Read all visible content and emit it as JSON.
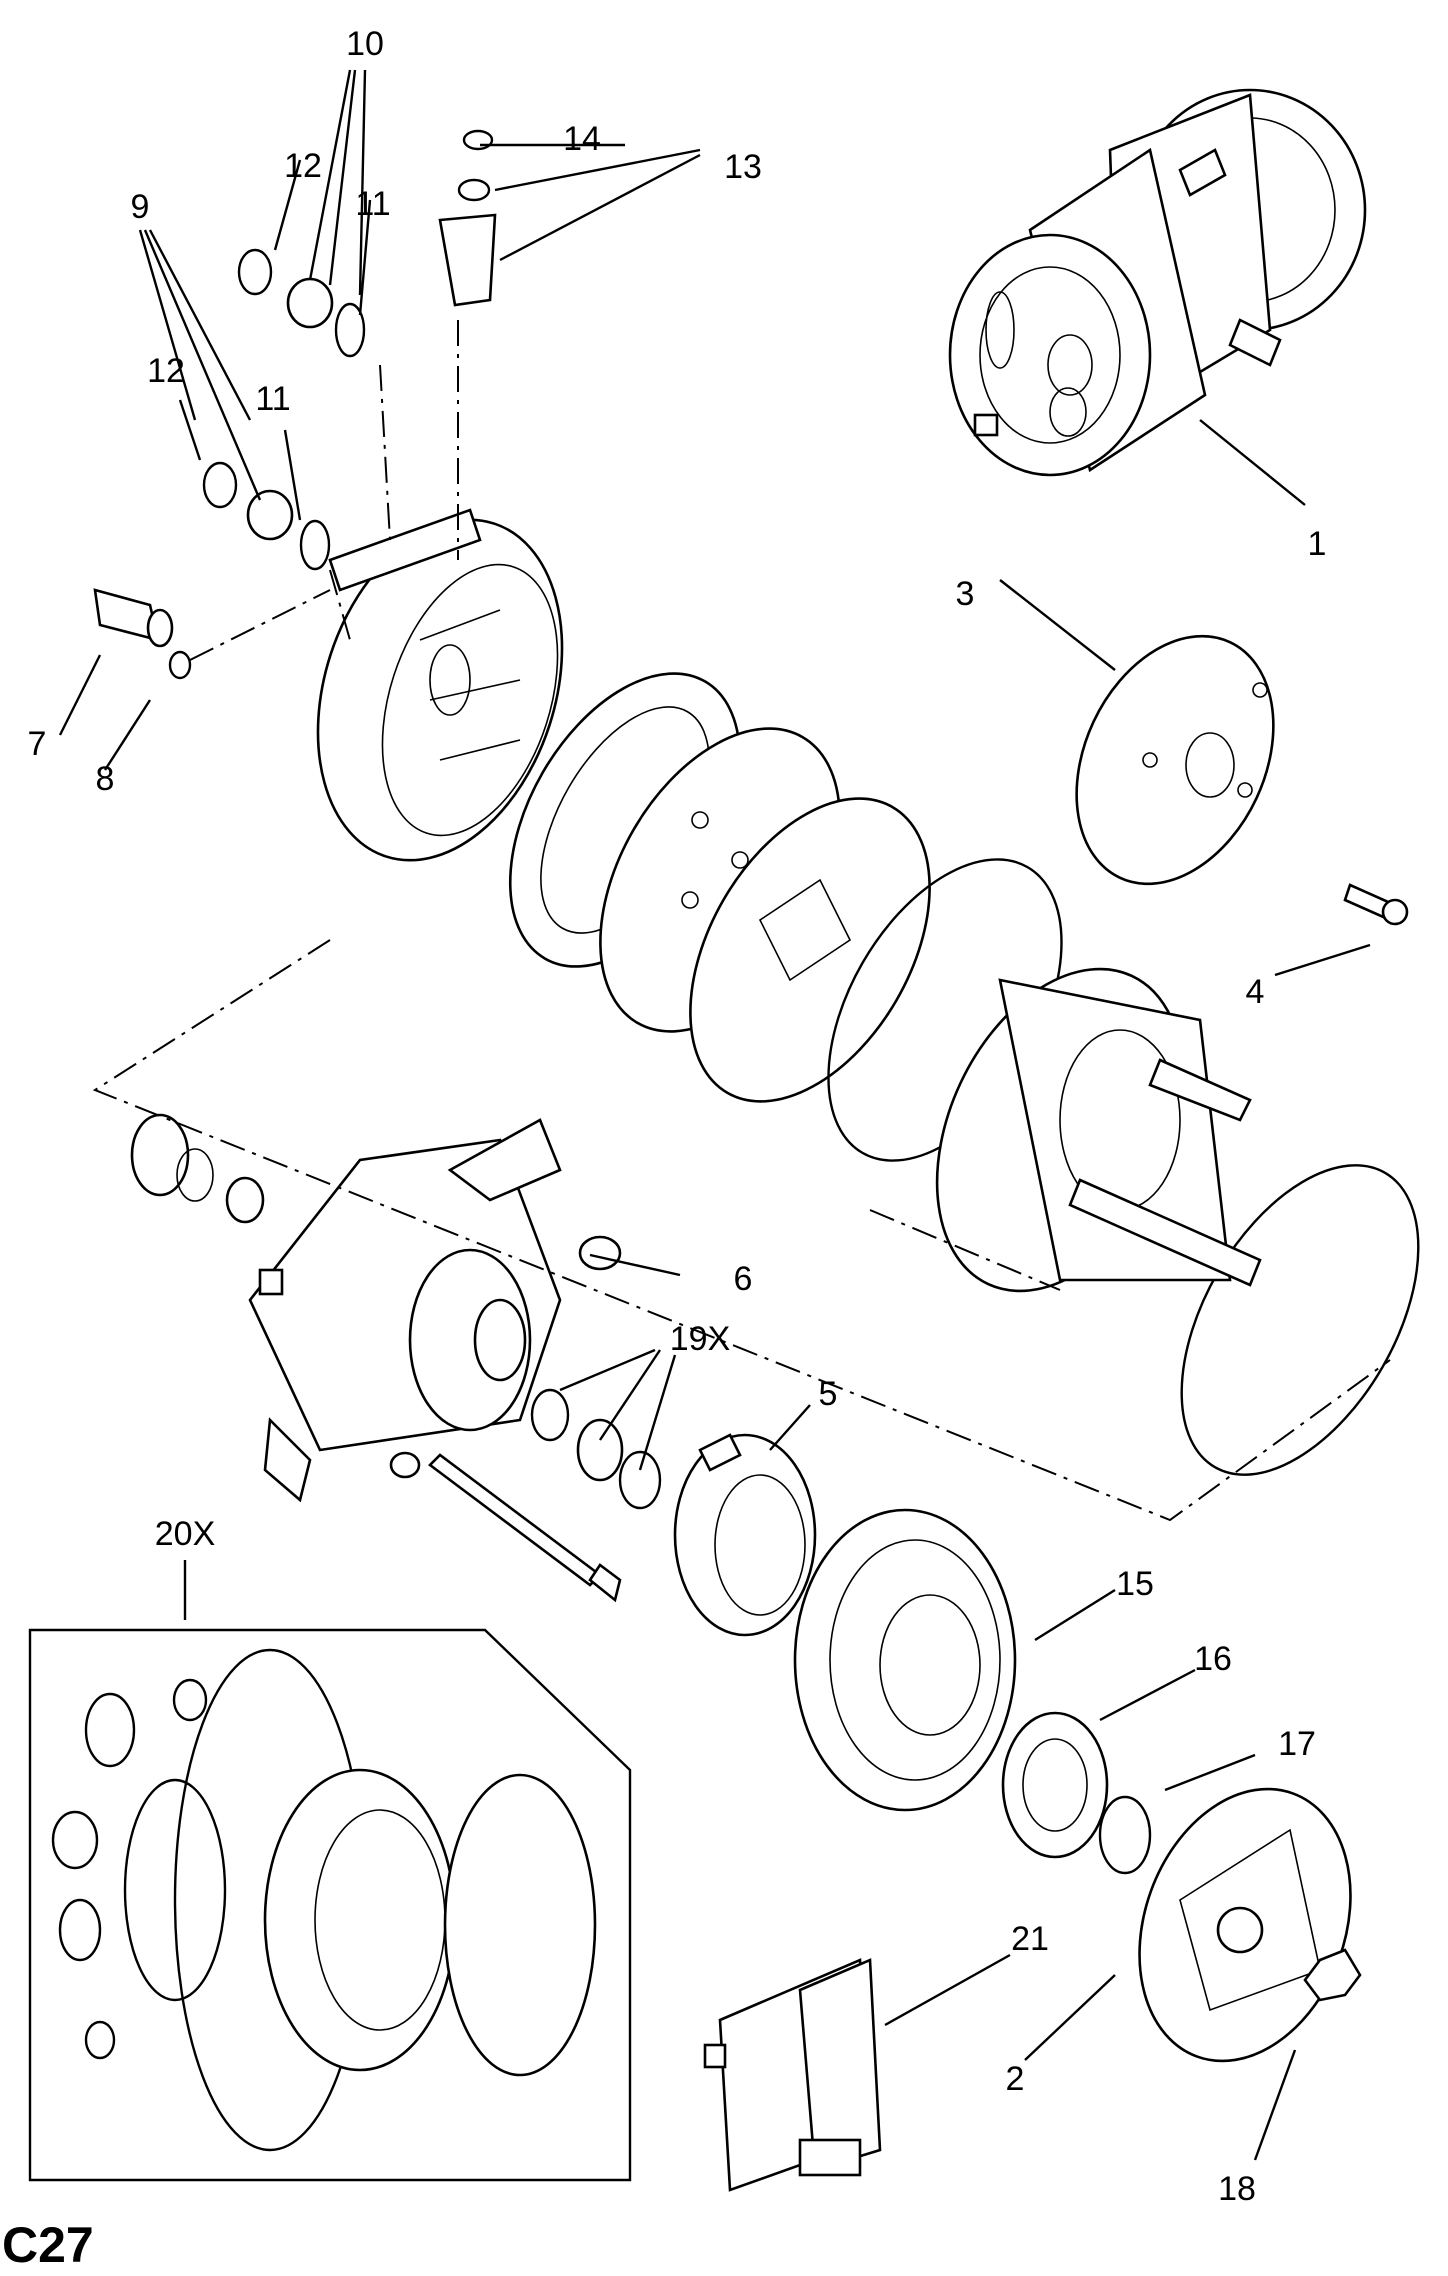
{
  "page_code": "C27",
  "labels": {
    "p1": "1",
    "p2": "2",
    "p3": "3",
    "p4": "4",
    "p5": "5",
    "p6": "6",
    "p7": "7",
    "p8": "8",
    "p9": "9",
    "p10": "10",
    "p11a": "11",
    "p11b": "11",
    "p12a": "12",
    "p12b": "12",
    "p13": "13",
    "p14": "14",
    "p15": "15",
    "p16": "16",
    "p17": "17",
    "p18": "18",
    "p19x": "19X",
    "p20x": "20X",
    "p21": "21"
  }
}
